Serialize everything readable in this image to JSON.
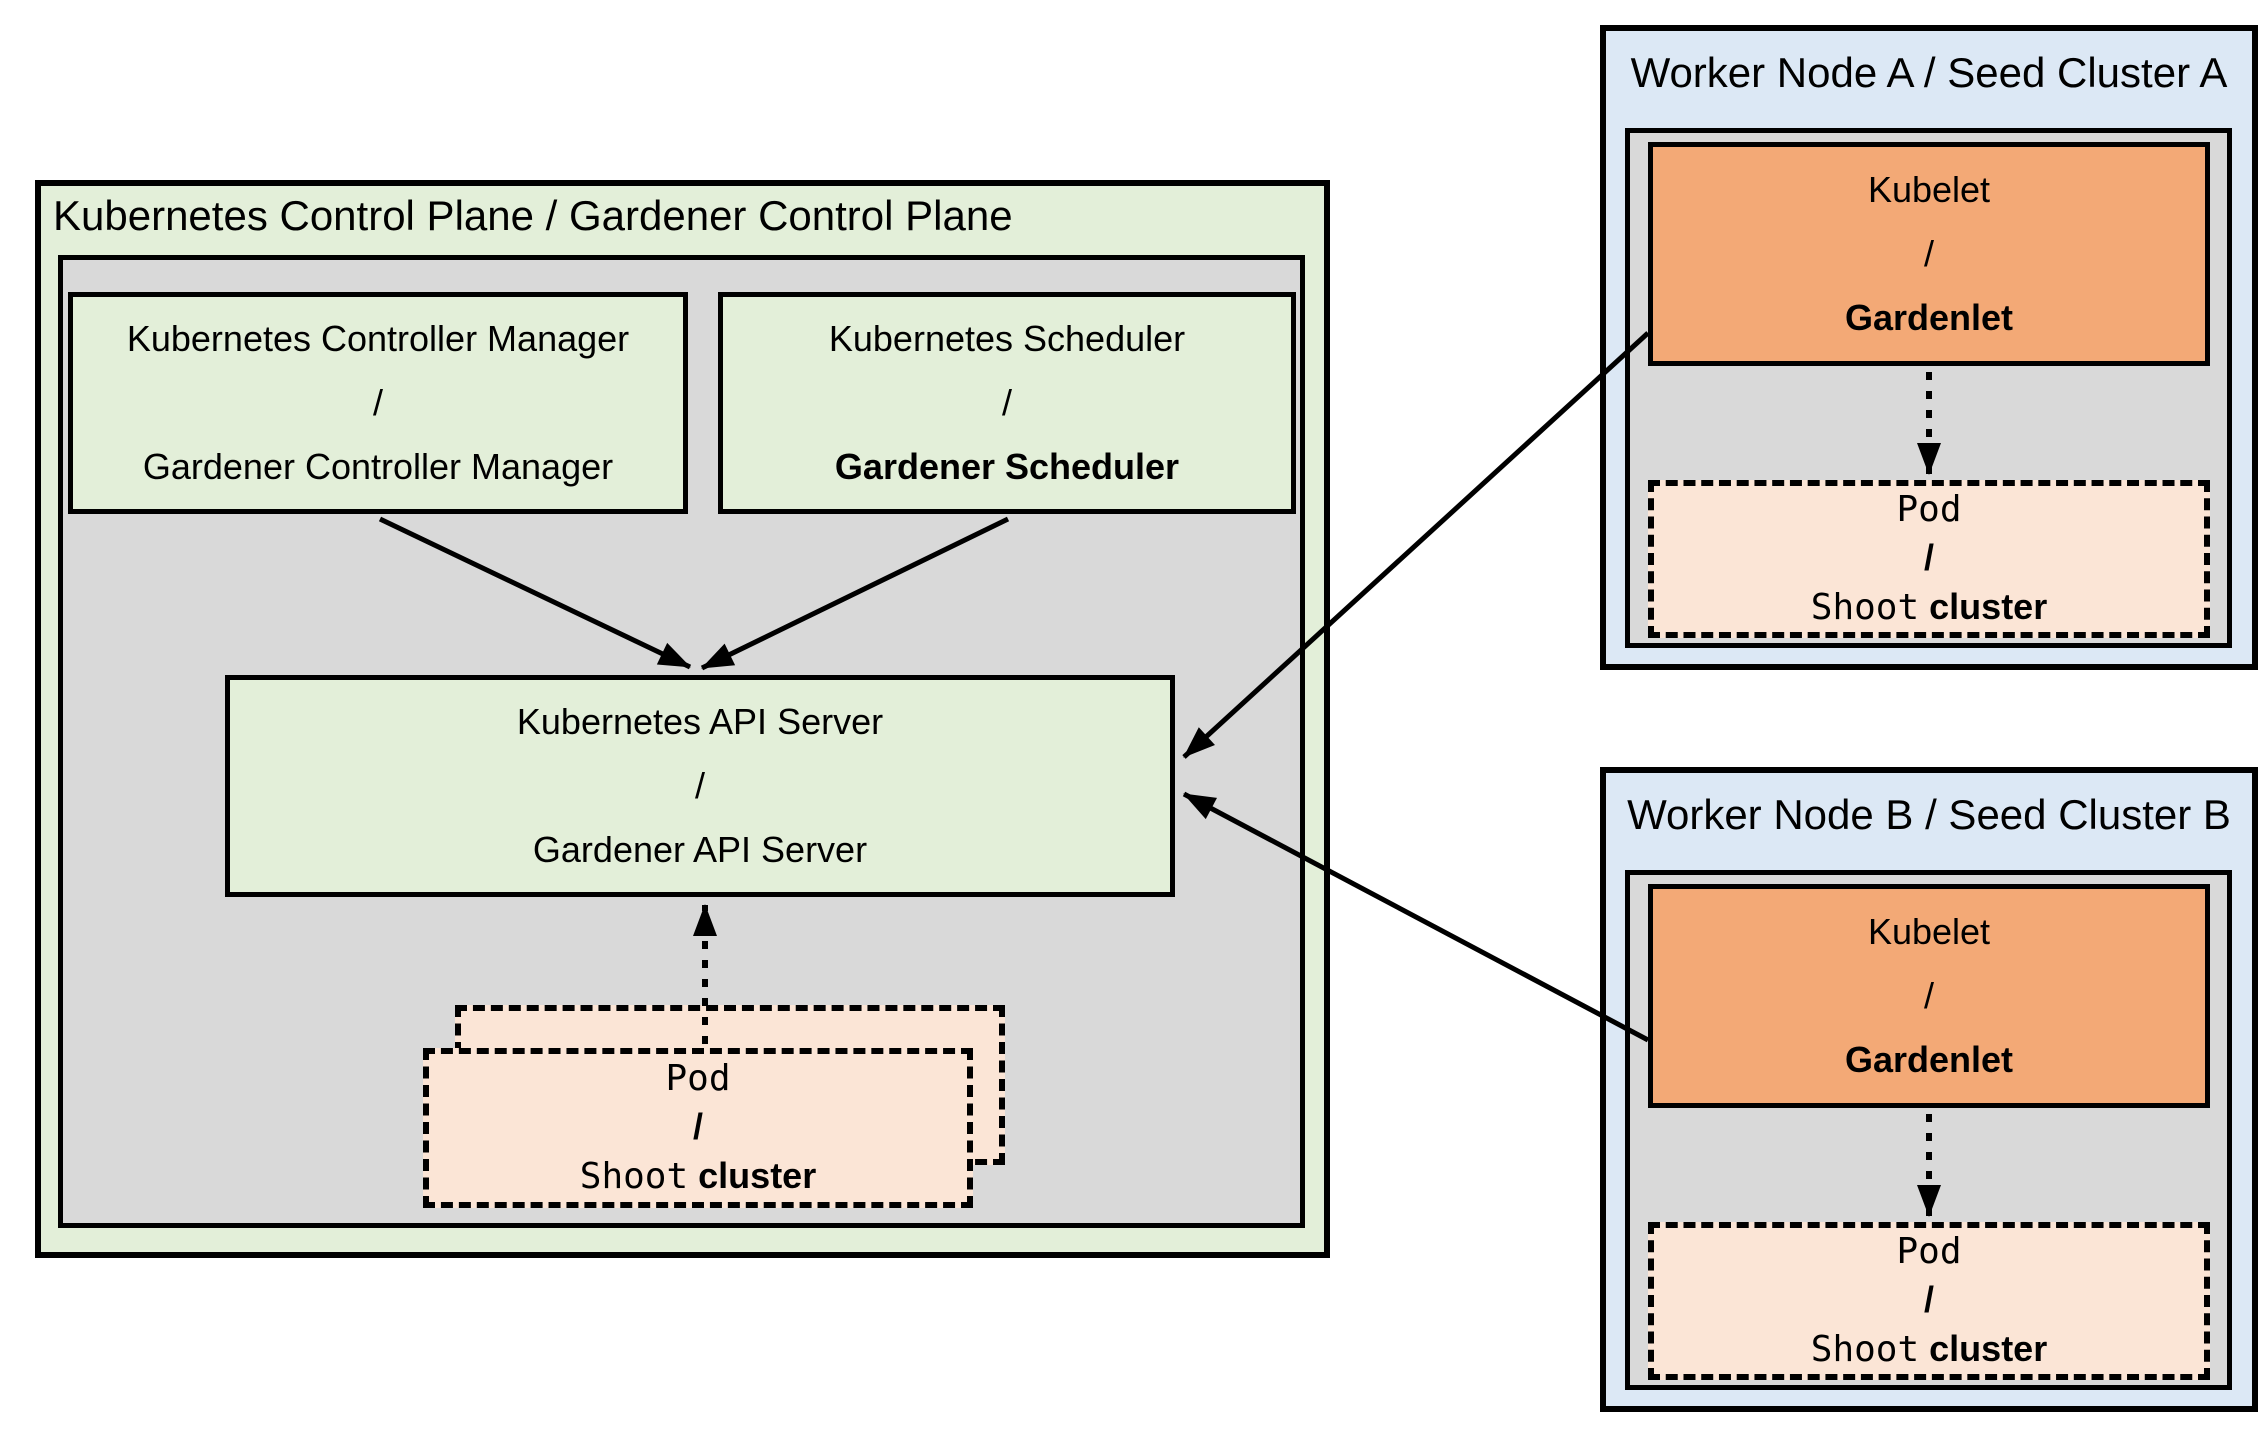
{
  "colors": {
    "green": "#e3efd9",
    "gray": "#d9d9d9",
    "orange": "#f3a976",
    "peach": "#fbe5d6",
    "blue": "#dce8f5",
    "line": "#000000",
    "background": "#ffffff"
  },
  "control_plane": {
    "title": "Kubernetes Control Plane / Gardener Control Plane",
    "controller_manager": {
      "line1": "Kubernetes Controller Manager",
      "separator": "/",
      "line2": "Gardener Controller Manager"
    },
    "scheduler": {
      "line1": "Kubernetes Scheduler",
      "separator": "/",
      "line2": "Gardener Scheduler"
    },
    "api_server": {
      "line1": "Kubernetes API Server",
      "separator": "/",
      "line2": "Gardener API Server"
    },
    "pod_stack": {
      "line1": "Pod",
      "separator": "/",
      "line2_code": "Shoot",
      "line2_text": "cluster"
    }
  },
  "worker_node_a": {
    "title": "Worker Node A / Seed Cluster A",
    "kubelet": {
      "line1": "Kubelet",
      "separator": "/",
      "line2": "Gardenlet"
    },
    "pod": {
      "line1": "Pod",
      "separator": "/",
      "line2_code": "Shoot",
      "line2_text": "cluster"
    }
  },
  "worker_node_b": {
    "title": "Worker Node B / Seed Cluster B",
    "kubelet": {
      "line1": "Kubelet",
      "separator": "/",
      "line2": "Gardenlet"
    },
    "pod": {
      "line1": "Pod",
      "separator": "/",
      "line2_code": "Shoot",
      "line2_text": "cluster"
    }
  }
}
